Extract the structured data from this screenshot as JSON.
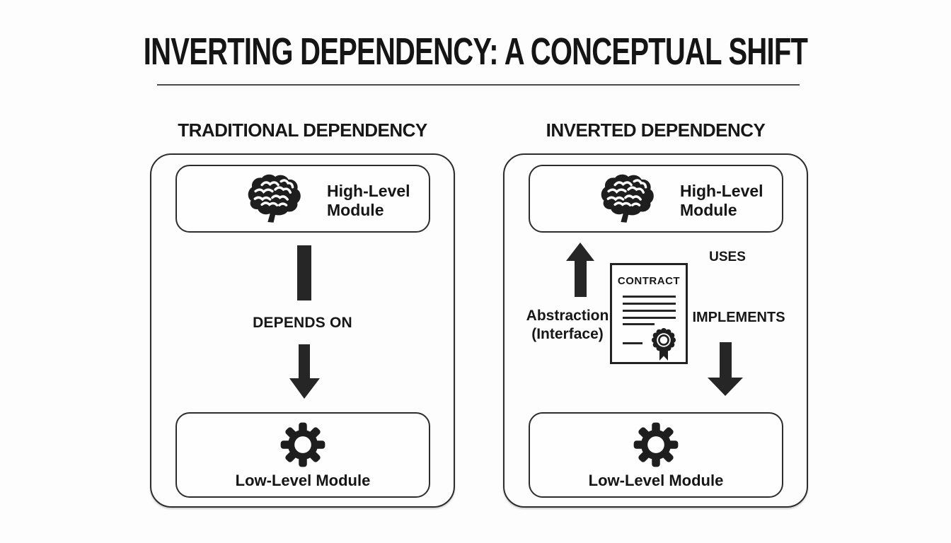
{
  "title": "INVERTING DEPENDENCY: A CONCEPTUAL SHIFT",
  "panels": {
    "traditional": {
      "heading": "TRADITIONAL DEPENDENCY",
      "high_module": {
        "line1": "High-Level",
        "line2": "Module"
      },
      "relation_label": "DEPENDS ON",
      "low_module_label": "Low-Level Module"
    },
    "inverted": {
      "heading": "INVERTED DEPENDENCY",
      "high_module": {
        "line1": "High-Level",
        "line2": "Module"
      },
      "uses_label": "USES",
      "implements_label": "IMPLEMENTS",
      "abstraction_label": {
        "line1": "Abstraction",
        "line2": "(Interface)"
      },
      "contract_title": "CONTRACT",
      "low_module_label": "Low-Level Module"
    }
  },
  "icons": {
    "high_level_module": "brain-icon",
    "low_level_module": "gear-icon",
    "contract": "contract-document-icon",
    "contract_seal": "rosette-seal-icon",
    "traditional_relation": "down-arrow-icon",
    "inverted_uses": "up-arrow-icon",
    "inverted_implements": "down-arrow-icon"
  },
  "colors": {
    "ink": "#262626",
    "border": "#2d2d2d",
    "background": "#fdfdfd",
    "divider": "#4a4a4a"
  }
}
